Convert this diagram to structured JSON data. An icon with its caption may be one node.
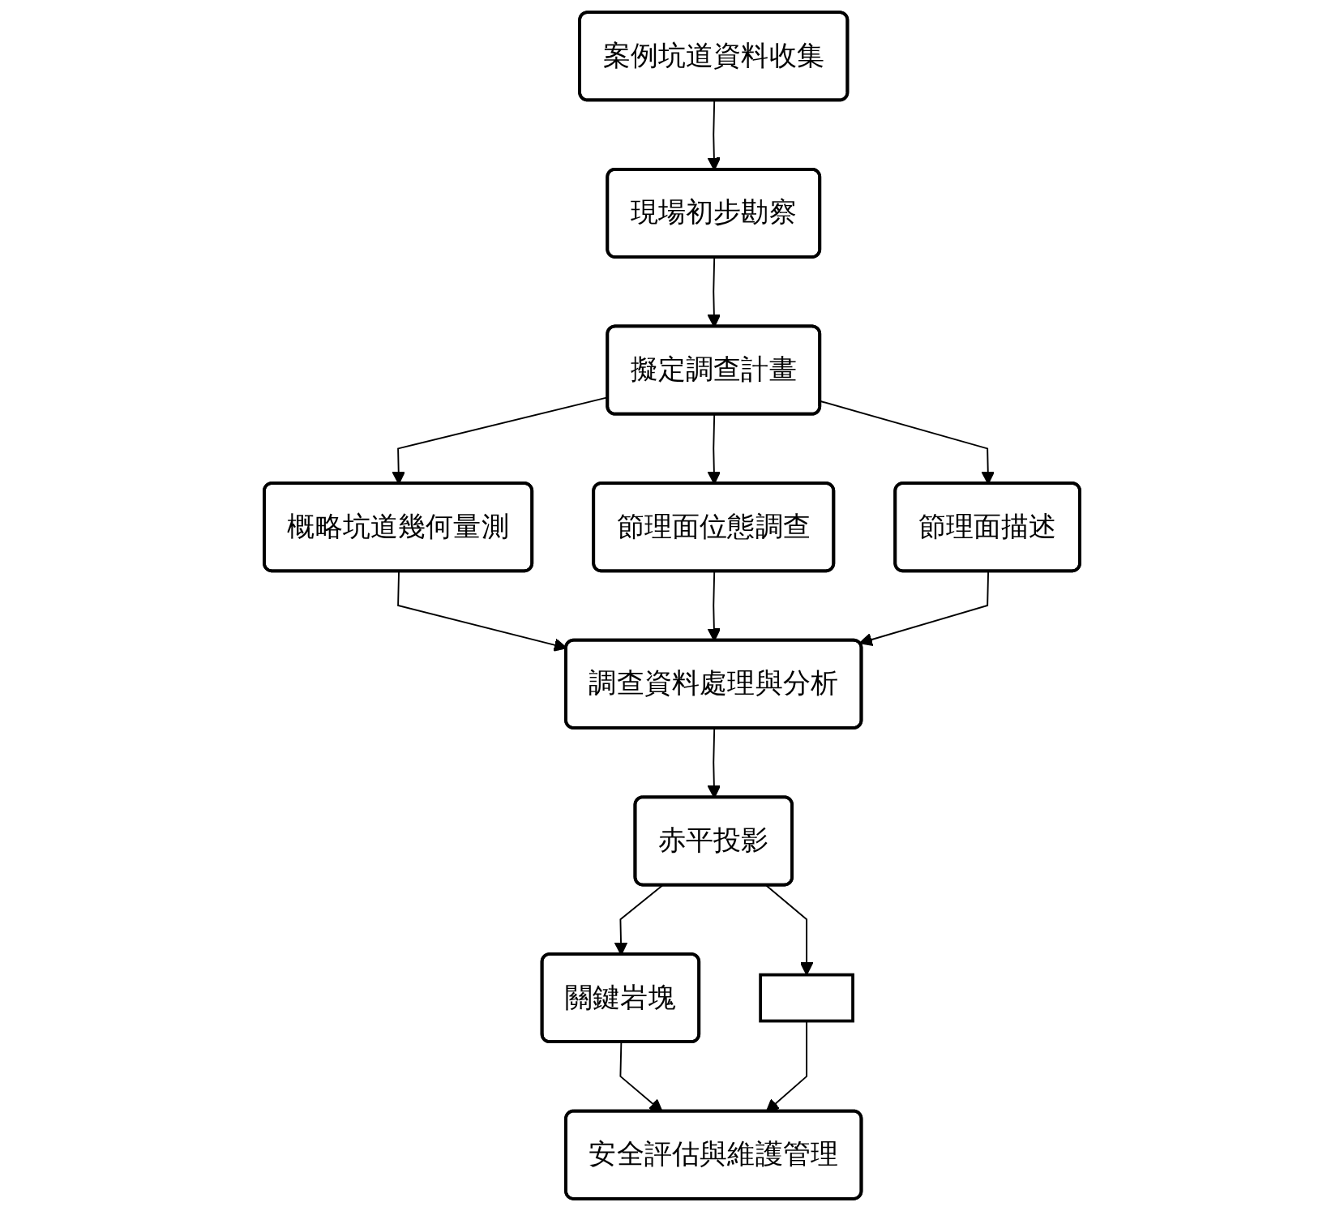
{
  "diagram": {
    "nodes": [
      {
        "text": [
          "案例坑道資料收集"
        ]
      },
      {
        "text": [
          "現場初步勘察"
        ]
      },
      {
        "text": [
          "擬定調查計畫"
        ]
      },
      {
        "text": [
          "概略坑道幾何量測"
        ]
      },
      {
        "text": [
          "節理面位態調查"
        ]
      },
      {
        "text": [
          "節理面描述"
        ]
      },
      {
        "text": [
          "調查資料處理與分析"
        ]
      },
      {
        "text": [
          "關鍵岩塊"
        ]
      },
      {
        "text": [
          "赤平投影"
        ]
      },
      {
        "text": [],
        "shape": "box"
      },
      {
        "text": [
          "安全評估與維護管理"
        ]
      }
    ],
    "edges": [
      {
        "from": 0,
        "to": 1,
        "arrow": "to"
      },
      {
        "from": 1,
        "to": 2,
        "arrow": "to"
      },
      {
        "from": 2,
        "to": 3,
        "arrow": "to"
      },
      {
        "from": 2,
        "to": 4,
        "arrow": "to"
      },
      {
        "from": 2,
        "to": 5,
        "arrow": "to"
      },
      {
        "from": 3,
        "to": 6,
        "arrow": "to"
      },
      {
        "from": 4,
        "to": 6,
        "arrow": "to"
      },
      {
        "from": 5,
        "to": 6,
        "arrow": "to"
      },
      {
        "from": 6,
        "to": 8,
        "arrow": "to"
      },
      {
        "from": 8,
        "to": 7,
        "arrow": "to"
      },
      {
        "from": 8,
        "to": 9,
        "arrow": "to"
      },
      {
        "from": 7,
        "to": 10,
        "arrow": "to"
      },
      {
        "from": 9,
        "to": 10,
        "arrow": "to"
      }
    ]
  }
}
